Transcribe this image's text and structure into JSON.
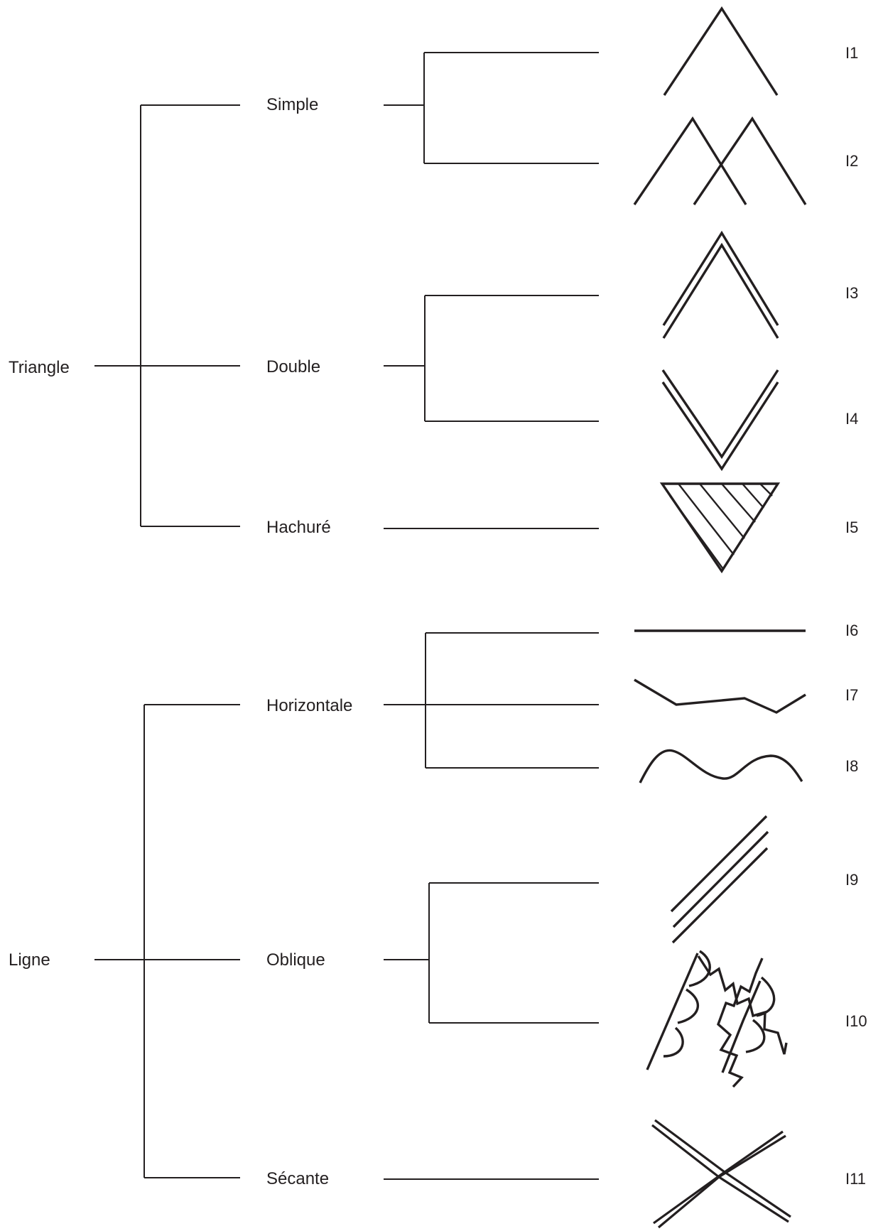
{
  "tree": {
    "roots": [
      {
        "label": "Triangle",
        "children": [
          {
            "label": "Simple",
            "leaves": [
              {
                "code": "I1",
                "icon": "chevron-up-icon"
              },
              {
                "code": "I2",
                "icon": "double-chevron-crossed-icon"
              }
            ]
          },
          {
            "label": "Double",
            "leaves": [
              {
                "code": "I3",
                "icon": "double-line-chevron-up-icon"
              },
              {
                "code": "I4",
                "icon": "double-line-chevron-down-icon"
              }
            ]
          },
          {
            "label": "Hachuré",
            "leaves": [
              {
                "code": "I5",
                "icon": "hatched-triangle-icon"
              }
            ]
          }
        ]
      },
      {
        "label": "Ligne",
        "children": [
          {
            "label": "Horizontale",
            "leaves": [
              {
                "code": "I6",
                "icon": "straight-line-icon"
              },
              {
                "code": "I7",
                "icon": "broken-line-icon"
              },
              {
                "code": "I8",
                "icon": "wavy-line-icon"
              }
            ]
          },
          {
            "label": "Oblique",
            "leaves": [
              {
                "code": "I9",
                "icon": "triple-oblique-lines-icon"
              },
              {
                "code": "I10",
                "icon": "zigzag-and-arc-lines-icon"
              }
            ]
          },
          {
            "label": "Sécante",
            "leaves": [
              {
                "code": "I11",
                "icon": "crossed-double-lines-icon"
              }
            ]
          }
        ]
      }
    ]
  },
  "colors": {
    "line": "#231f20",
    "background": "#ffffff"
  }
}
